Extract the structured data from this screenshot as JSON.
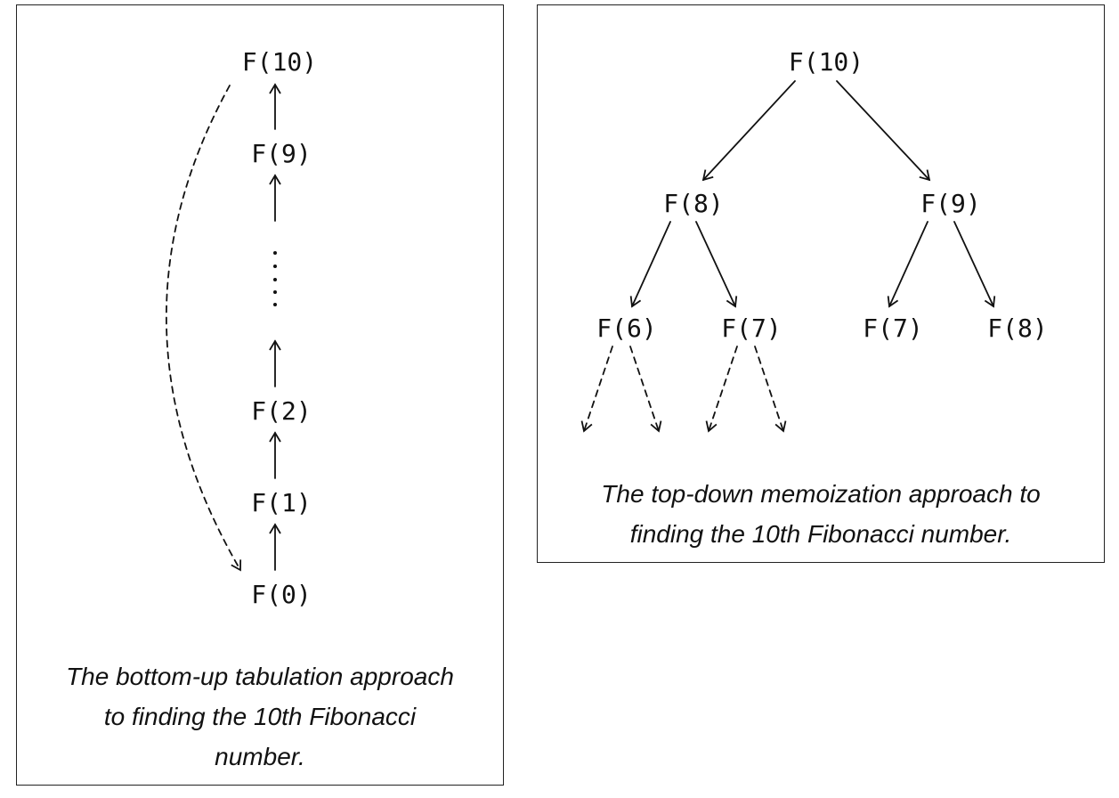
{
  "left_panel": {
    "nodes": {
      "f10": "F(10)",
      "f9": "F(9)",
      "f2": "F(2)",
      "f1": "F(1)",
      "f0": "F(0)"
    },
    "caption_lines": [
      "The bottom-up tabulation approach",
      "to finding the 10th Fibonacci",
      "number."
    ]
  },
  "right_panel": {
    "nodes": {
      "root": "F(10)",
      "l1_left": "F(8)",
      "l1_right": "F(9)",
      "l2_a": "F(6)",
      "l2_b": "F(7)",
      "l2_c": "F(7)",
      "l2_d": "F(8)"
    },
    "caption_lines": [
      "The top-down memoization approach to",
      "finding the 10th Fibonacci number."
    ]
  }
}
